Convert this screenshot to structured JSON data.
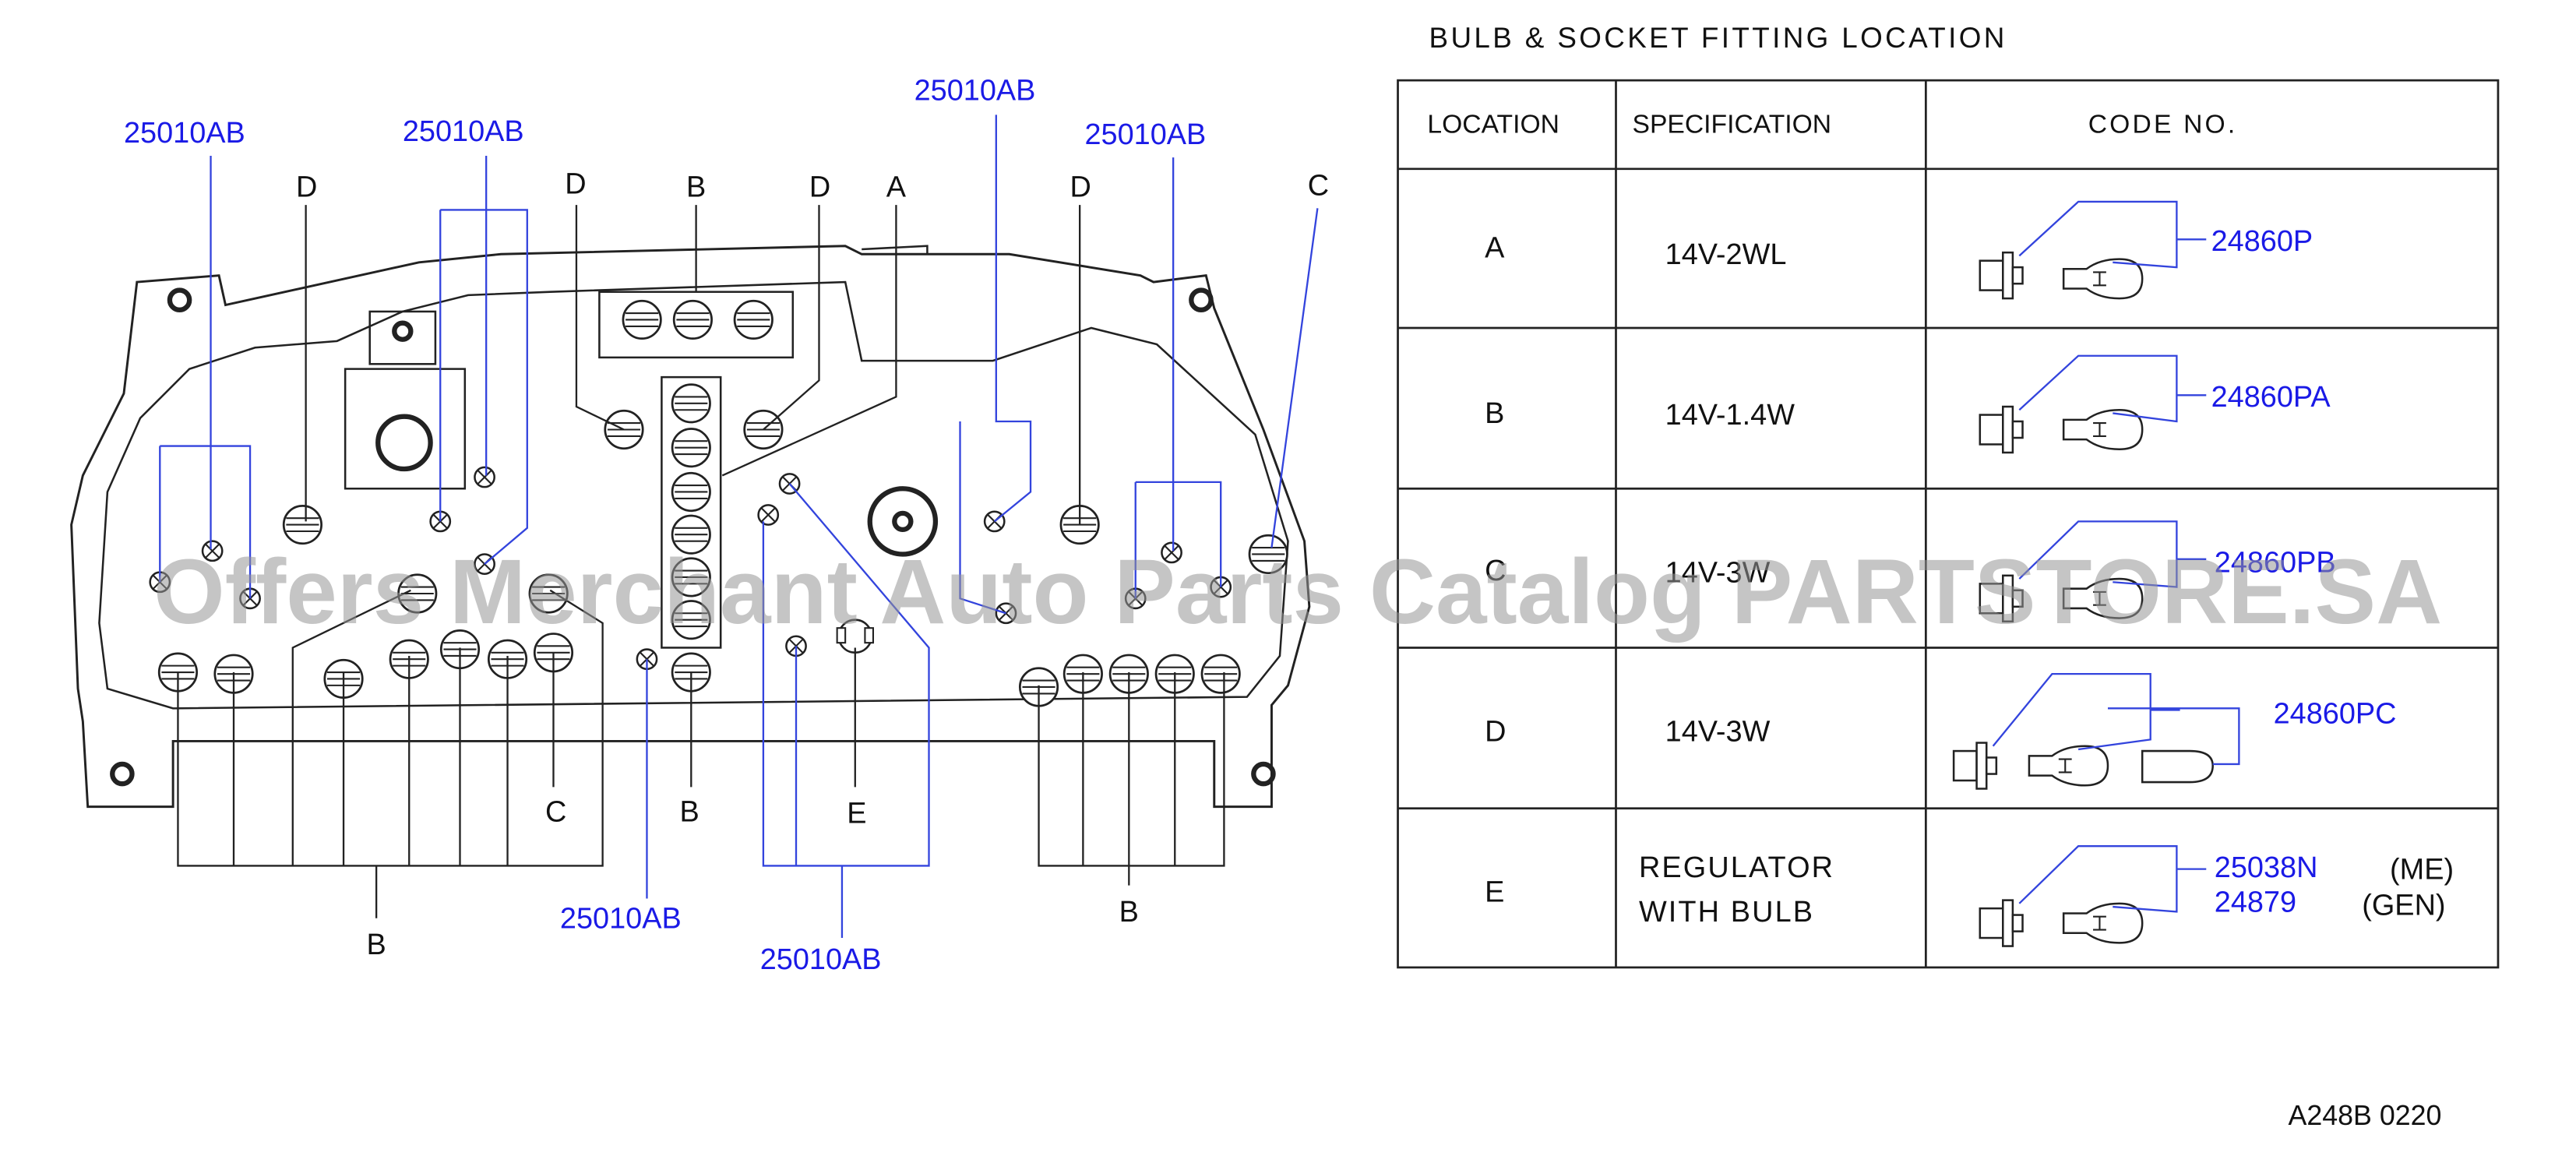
{
  "colors": {
    "callout": "#1a1ae6",
    "ink": "#111111",
    "watermark": "#969696"
  },
  "diagram": {
    "callout_labels": [
      "25010AB",
      "25010AB",
      "25010AB",
      "25010AB",
      "25010AB",
      "25010AB"
    ],
    "letter_labels": {
      "top": [
        "D",
        "D",
        "B",
        "D",
        "A",
        "D",
        "C"
      ],
      "bottom": [
        "C",
        "B",
        "E",
        "B",
        "B"
      ]
    }
  },
  "table": {
    "title": "BULB & SOCKET FITTING LOCATION",
    "headers": [
      "LOCATION",
      "SPECIFICATION",
      "CODE NO."
    ],
    "rows": [
      {
        "location": "A",
        "spec": "14V-2WL",
        "codes": [
          "24860P"
        ]
      },
      {
        "location": "B",
        "spec": "14V-1.4W",
        "codes": [
          "24860PA"
        ]
      },
      {
        "location": "C",
        "spec": "14V-3W",
        "codes": [
          "24860PB"
        ]
      },
      {
        "location": "D",
        "spec": "14V-3W",
        "codes": [
          "24860PC"
        ]
      },
      {
        "location": "E",
        "spec_lines": [
          "REGULATOR",
          "WITH BULB"
        ],
        "codes": [
          "25038N",
          "24879"
        ],
        "code_notes": [
          "(ME)",
          "(GEN)"
        ]
      }
    ]
  },
  "footer": {
    "ref": "A248B 0220"
  },
  "watermark": "Offers Merchant Auto Parts Catalog PARTSTORE.SA"
}
